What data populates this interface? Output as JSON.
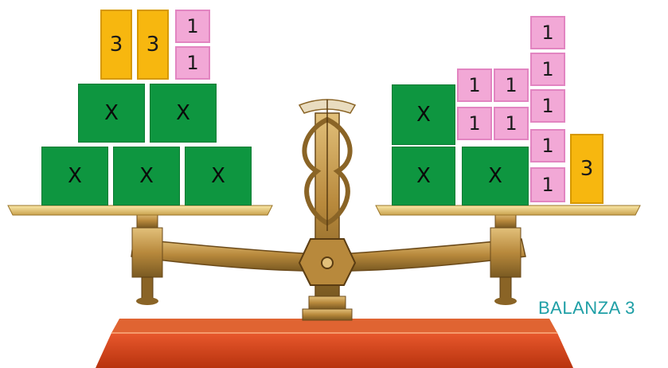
{
  "caption": "BALANZA 3",
  "scale": {
    "colors": {
      "brass": "#c8a050",
      "brass_dark": "#7a5a22",
      "pan": "#f0d888",
      "base_red": "#d8431e"
    }
  },
  "left_pan": {
    "blocks": [
      {
        "label": "3",
        "kind": "three"
      },
      {
        "label": "3",
        "kind": "three"
      },
      {
        "label": "1",
        "kind": "one"
      },
      {
        "label": "1",
        "kind": "one"
      },
      {
        "label": "X",
        "kind": "x"
      },
      {
        "label": "X",
        "kind": "x"
      },
      {
        "label": "X",
        "kind": "x"
      },
      {
        "label": "X",
        "kind": "x"
      },
      {
        "label": "X",
        "kind": "x"
      }
    ]
  },
  "right_pan": {
    "blocks": [
      {
        "label": "1",
        "kind": "one"
      },
      {
        "label": "1",
        "kind": "one"
      },
      {
        "label": "1",
        "kind": "one"
      },
      {
        "label": "1",
        "kind": "one"
      },
      {
        "label": "1",
        "kind": "one"
      },
      {
        "label": "1",
        "kind": "one"
      },
      {
        "label": "1",
        "kind": "one"
      },
      {
        "label": "1",
        "kind": "one"
      },
      {
        "label": "1",
        "kind": "one"
      },
      {
        "label": "X",
        "kind": "x"
      },
      {
        "label": "X",
        "kind": "x"
      },
      {
        "label": "X",
        "kind": "x"
      },
      {
        "label": "3",
        "kind": "three"
      }
    ]
  },
  "block_colors": {
    "x": "#0e9640",
    "three": "#f7b70f",
    "one": "#f2a8d6"
  }
}
